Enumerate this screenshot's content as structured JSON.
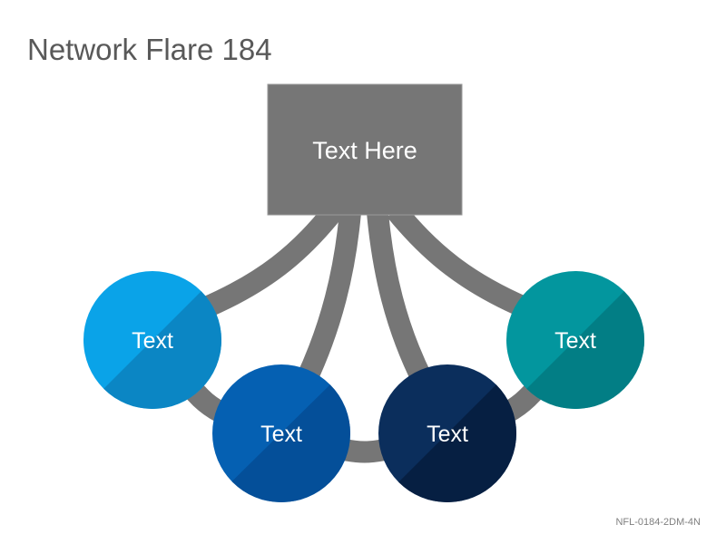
{
  "title": "Network Flare 184",
  "hub": {
    "label": "Text Here",
    "color": "#767676"
  },
  "nodes": [
    {
      "id": "node-1",
      "label": "Text",
      "color": "#0aa3e8",
      "shade": "#0b86c4"
    },
    {
      "id": "node-2",
      "label": "Text",
      "color": "#0560b2",
      "shade": "#044f99"
    },
    {
      "id": "node-3",
      "label": "Text",
      "color": "#0b2e5c",
      "shade": "#061f42"
    },
    {
      "id": "node-4",
      "label": "Text",
      "color": "#03969e",
      "shade": "#027e85"
    }
  ],
  "connector_color": "#767676",
  "footer_code": "NFL-0184-2DM-4N"
}
